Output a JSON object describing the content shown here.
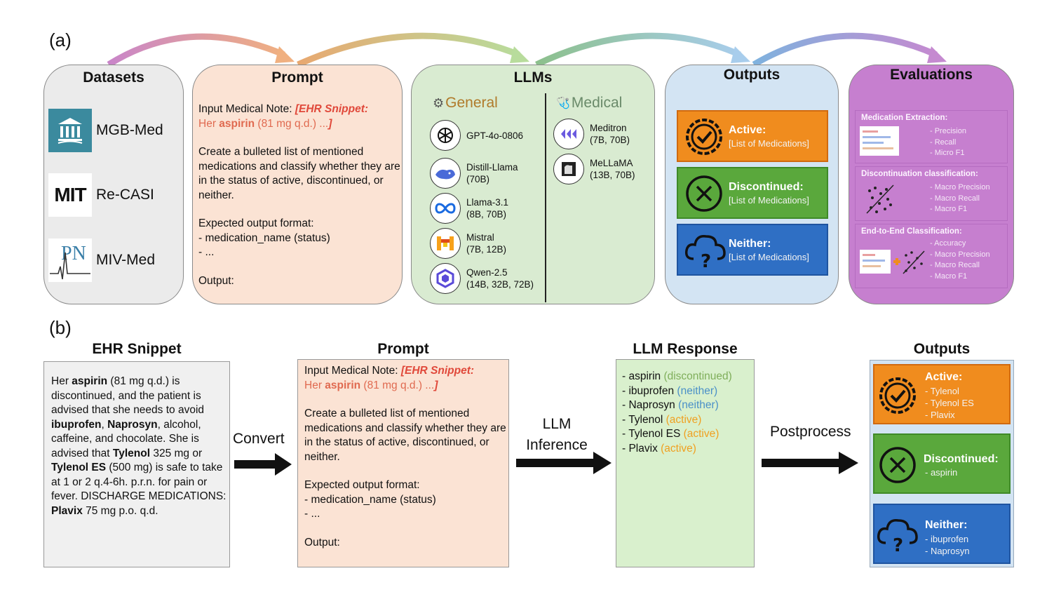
{
  "labels": {
    "a": "(a)",
    "b": "(b)"
  },
  "datasets": {
    "title": "Datasets",
    "items": [
      {
        "name": "MGB-Med",
        "icon": "mgb-logo-icon",
        "logo_text": ""
      },
      {
        "name": "Re-CASI",
        "icon": "mit-logo-icon",
        "logo_text": "MIT"
      },
      {
        "name": "MIV-Med",
        "icon": "physionet-logo-icon",
        "logo_text": "PN"
      }
    ]
  },
  "prompt_a": {
    "title": "Prompt",
    "line1_prefix": "Input Medical Note: ",
    "snippet_tag": "[EHR Snippet:",
    "snippet_her": "Her ",
    "snippet_drug": "aspirin",
    "snippet_rest": " (81 mg q.d.) ...",
    "snippet_close": "]",
    "instruction": "Create a bulleted list of mentioned medications and classify whether they are in the status of active, discontinued, or neither.",
    "format_label": "Expected output format:",
    "format_line1": "- medication_name (status)",
    "format_line2": "- ...",
    "output_label": "Output:"
  },
  "llms": {
    "title": "LLMs",
    "general_label": "General",
    "medical_label": "Medical",
    "general": [
      {
        "name": "GPT-4o-0806",
        "size": "",
        "icon": "openai-icon"
      },
      {
        "name": "Distill-Llama",
        "size": "(70B)",
        "icon": "deepseek-whale-icon"
      },
      {
        "name": "Llama-3.1",
        "size": "(8B, 70B)",
        "icon": "meta-infinity-icon"
      },
      {
        "name": "Mistral",
        "size": "(7B, 12B)",
        "icon": "mistral-icon"
      },
      {
        "name": "Qwen-2.5",
        "size": "(14B, 32B, 72B)",
        "icon": "qwen-icon"
      }
    ],
    "medical": [
      {
        "name": "Meditron",
        "size": "(7B, 70B)",
        "icon": "meditron-icon"
      },
      {
        "name": "MeLLaMA",
        "size": "(13B, 70B)",
        "icon": "mellama-icon"
      }
    ]
  },
  "outputs_a": {
    "title": "Outputs",
    "boxes": [
      {
        "label": "Active:",
        "sub": "[List of Medications]",
        "color": "#f08c1e",
        "icon": "check-gear-icon"
      },
      {
        "label": "Discontinued:",
        "sub": "[List of Medications]",
        "color": "#5aa83c",
        "icon": "x-circle-icon"
      },
      {
        "label": "Neither:",
        "sub": "[List of Medications]",
        "color": "#2f6fc4",
        "icon": "question-cloud-icon"
      }
    ]
  },
  "evaluations": {
    "title": "Evaluations",
    "groups": [
      {
        "heading": "Medication Extraction:",
        "metrics": [
          "- Precision",
          "- Recall",
          "- Micro F1"
        ]
      },
      {
        "heading": "Discontinuation classification:",
        "metrics": [
          "- Macro Precision",
          "- Macro Recall",
          "- Macro F1"
        ]
      },
      {
        "heading": "End-to-End Classification:",
        "metrics": [
          "- Accuracy",
          "- Macro Precision",
          "- Macro Recall",
          "- Macro F1"
        ]
      }
    ]
  },
  "ehr": {
    "title": "EHR Snippet"
  },
  "prompt_b": {
    "title": "Prompt"
  },
  "arrows": {
    "convert": "Convert",
    "inference_1": "LLM",
    "inference_2": "Inference",
    "postprocess": "Postprocess"
  },
  "llm_response": {
    "title": "LLM Response",
    "items": [
      {
        "drug": "- aspirin ",
        "status": "(discontinued)",
        "class": "green"
      },
      {
        "drug": "- ibuprofen ",
        "status": "(neither)",
        "class": "blue"
      },
      {
        "drug": "- Naprosyn ",
        "status": "(neither)",
        "class": "blue"
      },
      {
        "drug": "- Tylenol ",
        "status": "(active)",
        "class": "orange"
      },
      {
        "drug": "- Tylenol ES ",
        "status": "(active)",
        "class": "orange"
      },
      {
        "drug": "- Plavix ",
        "status": "(active)",
        "class": "orange"
      }
    ]
  },
  "outputs_b": {
    "title": "Outputs",
    "active": {
      "label": "Active:",
      "items": [
        "- Tylenol",
        "- Tylenol ES",
        "- Plavix"
      ]
    },
    "discontinued": {
      "label": "Discontinued:",
      "items": [
        "- aspirin"
      ]
    },
    "neither": {
      "label": "Neither:",
      "items": [
        "- ibuprofen",
        "- Naprosyn"
      ]
    }
  },
  "colors": {
    "datasets_bg": "#ebebeb",
    "prompt_bg": "#fbe3d4",
    "llms_bg": "#d9ebd1",
    "outputs_bg": "#d3e4f3",
    "eval_bg": "#c67fcf",
    "eval_box": "#b873c2",
    "ehr_bg": "#f0f0f0",
    "response_bg": "#d9f0cd",
    "active": "#f08c1e",
    "discontinued": "#5aa83c",
    "neither": "#2f6fc4"
  }
}
